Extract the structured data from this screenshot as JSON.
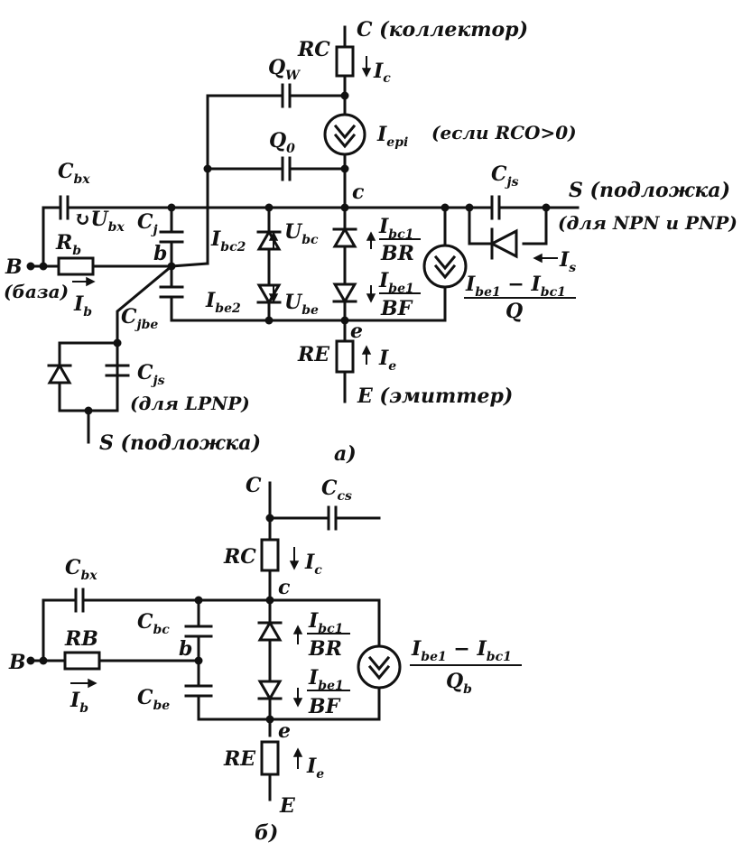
{
  "diagram_a": {
    "collector_label": "C (коллектор)",
    "emitter_label": "E (эмиттер)",
    "substrate_label": "S (подложка)",
    "substrate_note": "(для NPN и PNP)",
    "substrate_lpnp_label": "S (подложка)",
    "lpnp_note": "(для LPNP)",
    "base_label": "B",
    "base_note": "(база)",
    "epi_condition": "(если RCO>0)",
    "node_c": "c",
    "node_b": "b",
    "node_e": "e",
    "caption": "а)"
  },
  "diagram_b": {
    "collector_label": "C",
    "emitter_label": "E",
    "base_label": "B",
    "resistor_base": "RB",
    "node_c": "c",
    "node_b": "b",
    "node_e": "e",
    "caption": "б)"
  }
}
